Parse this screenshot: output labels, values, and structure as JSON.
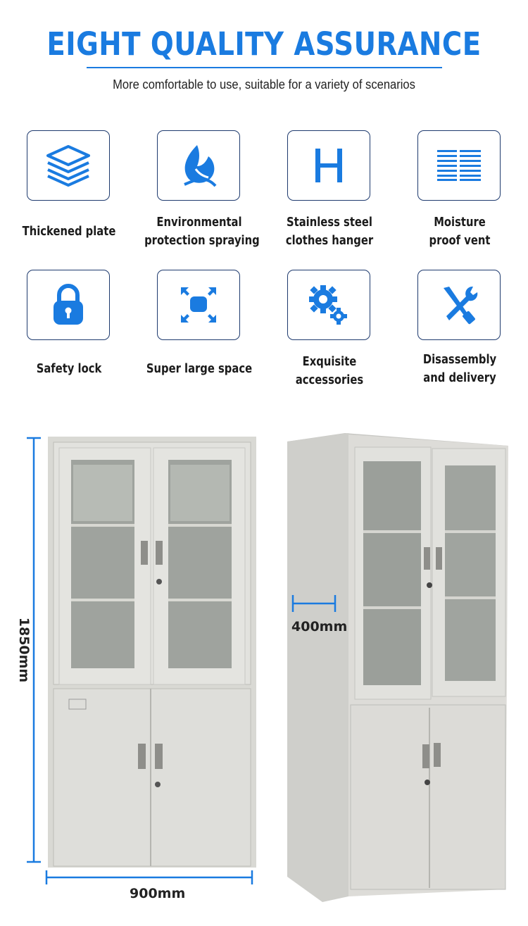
{
  "header": {
    "title": "EIGHT QUALITY ASSURANCE",
    "subtitle": "More comfortable to use, suitable for a variety of scenarios"
  },
  "features": [
    {
      "icon": "layers-icon",
      "line1": "Thickened plate",
      "line2": ""
    },
    {
      "icon": "leaf-icon",
      "line1": "Environmental",
      "line2": "protection spraying"
    },
    {
      "icon": "hanger-h-icon",
      "line1": "Stainless steel",
      "line2": "clothes hanger"
    },
    {
      "icon": "vent-icon",
      "line1": "Moisture",
      "line2": "proof vent"
    },
    {
      "icon": "lock-icon",
      "line1": "Safety lock",
      "line2": ""
    },
    {
      "icon": "expand-icon",
      "line1": "Super large space",
      "line2": ""
    },
    {
      "icon": "gears-icon",
      "line1": "Exquisite",
      "line2": "accessories"
    },
    {
      "icon": "tools-icon",
      "line1": "Disassembly",
      "line2": "and delivery"
    }
  ],
  "dimensions": {
    "height": "1850mm",
    "width": "900mm",
    "depth": "400mm"
  },
  "colors": {
    "accent": "#1a7be0",
    "box_border": "#1e3a6e",
    "cabinet": "#dcdcd8"
  }
}
